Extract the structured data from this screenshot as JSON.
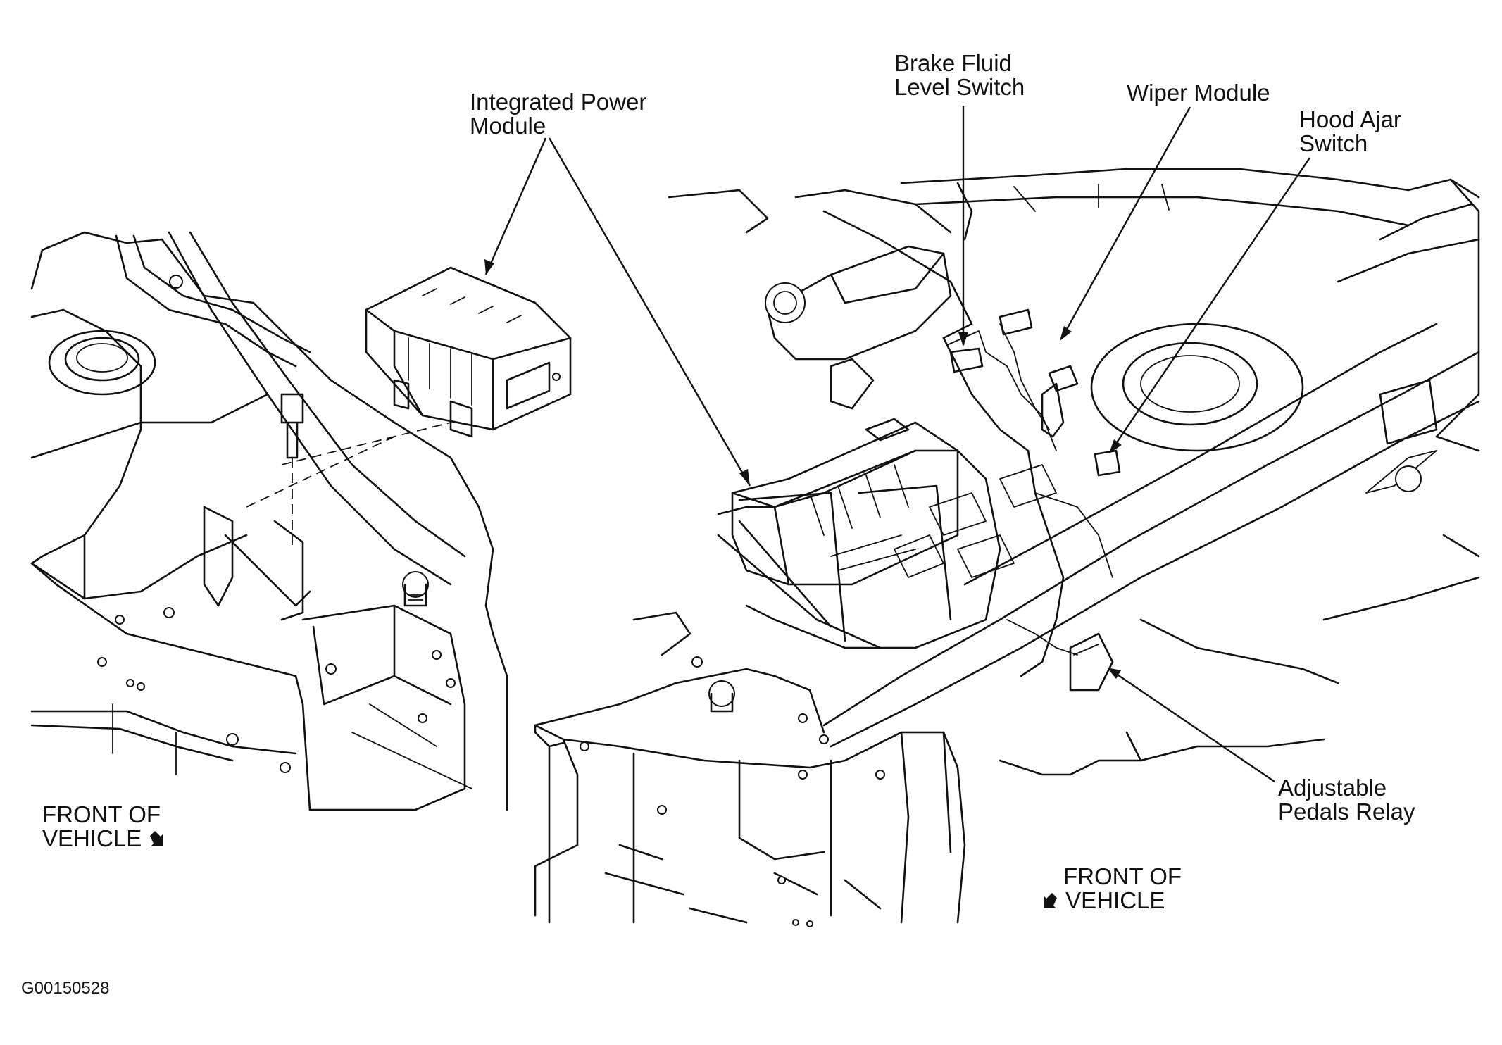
{
  "labels": {
    "integrated_power_module": [
      "Integrated Power",
      "Module"
    ],
    "brake_fluid_level_switch": [
      "Brake Fluid",
      "Level Switch"
    ],
    "wiper_module": "Wiper Module",
    "hood_ajar_switch": [
      "Hood Ajar",
      "Switch"
    ],
    "adjustable_pedals_relay": [
      "Adjustable",
      "Pedals Relay"
    ],
    "front_of_vehicle_left": [
      "FRONT OF",
      "VEHICLE"
    ],
    "front_of_vehicle_right": [
      "FRONT OF",
      "VEHICLE"
    ]
  },
  "figure_code": "G00150528",
  "icons": {
    "left_direction": "arrow-down-right-icon",
    "right_direction": "arrow-down-left-icon"
  }
}
